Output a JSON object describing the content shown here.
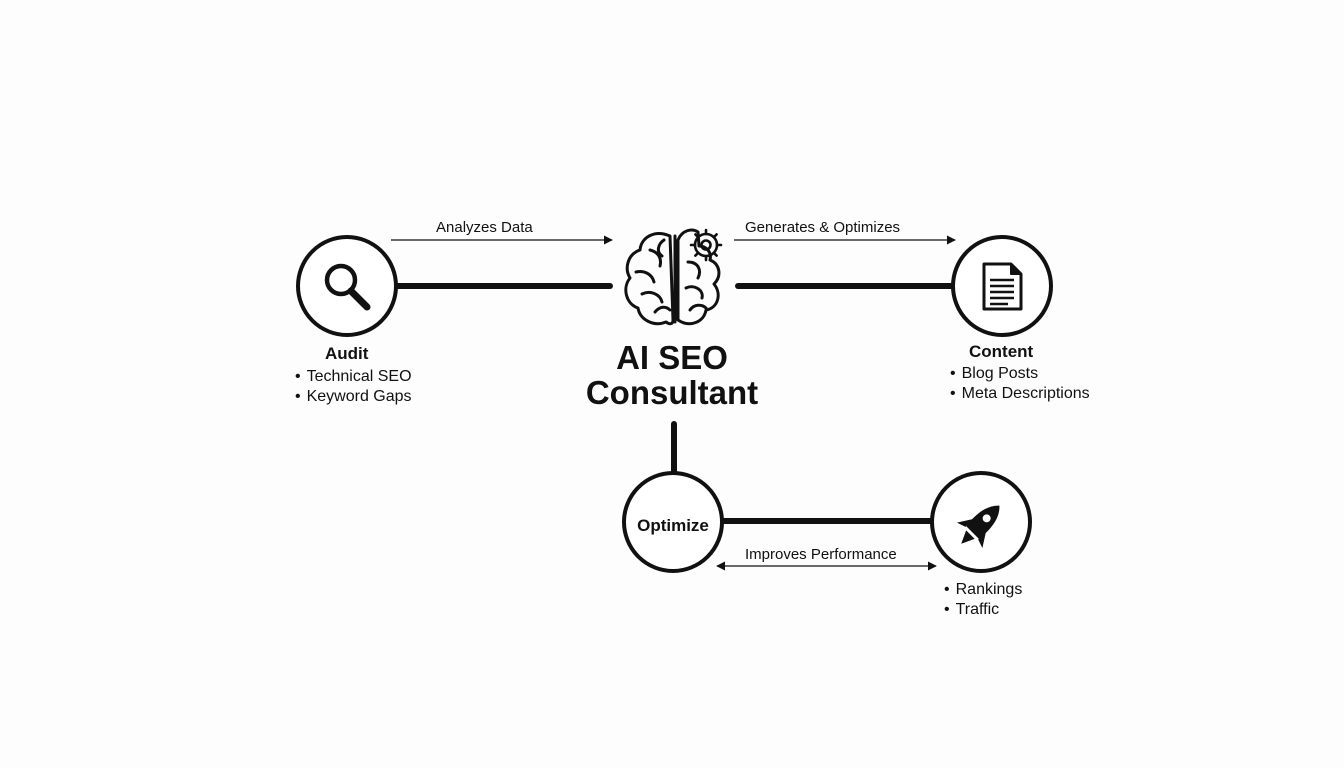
{
  "center": {
    "title_line1": "AI SEO",
    "title_line2": "Consultant",
    "icon": "brain-gear-icon"
  },
  "nodes": {
    "audit": {
      "title": "Audit",
      "icon": "magnifier-icon",
      "items": [
        "Technical SEO",
        "Keyword Gaps"
      ]
    },
    "content": {
      "title": "Content",
      "icon": "document-icon",
      "items": [
        "Blog Posts",
        "Meta Descriptions"
      ]
    },
    "optimize": {
      "title": "Optimize"
    },
    "results": {
      "icon": "rocket-icon",
      "items": [
        "Rankings",
        "Traffic"
      ]
    }
  },
  "edges": {
    "audit_to_center": "Analyzes Data",
    "center_to_content": "Generates & Optimizes",
    "optimize_to_results": "Improves Performance"
  },
  "colors": {
    "stroke": "#111111",
    "background": "#fdfdfd"
  }
}
